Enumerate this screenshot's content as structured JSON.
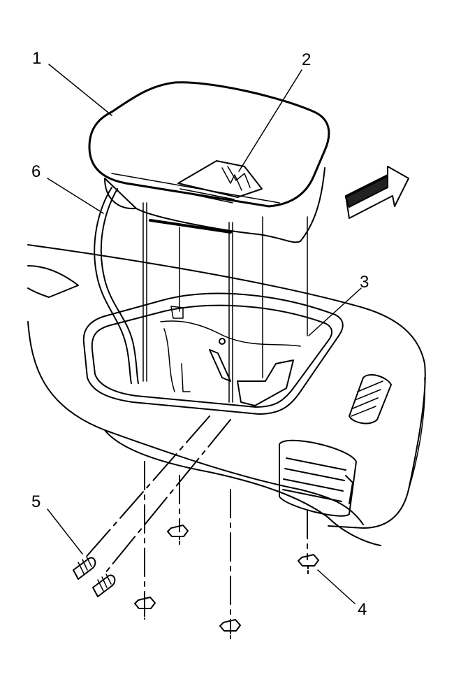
{
  "callouts": {
    "c1": "1",
    "c2": "2",
    "c3": "3",
    "c4": "4",
    "c5": "5",
    "c6": "6"
  },
  "colors": {
    "ink": "#000000",
    "background": "#ffffff",
    "arrow_shade": "#222222"
  },
  "direction_arrow_icon": "forward-arrow-icon"
}
